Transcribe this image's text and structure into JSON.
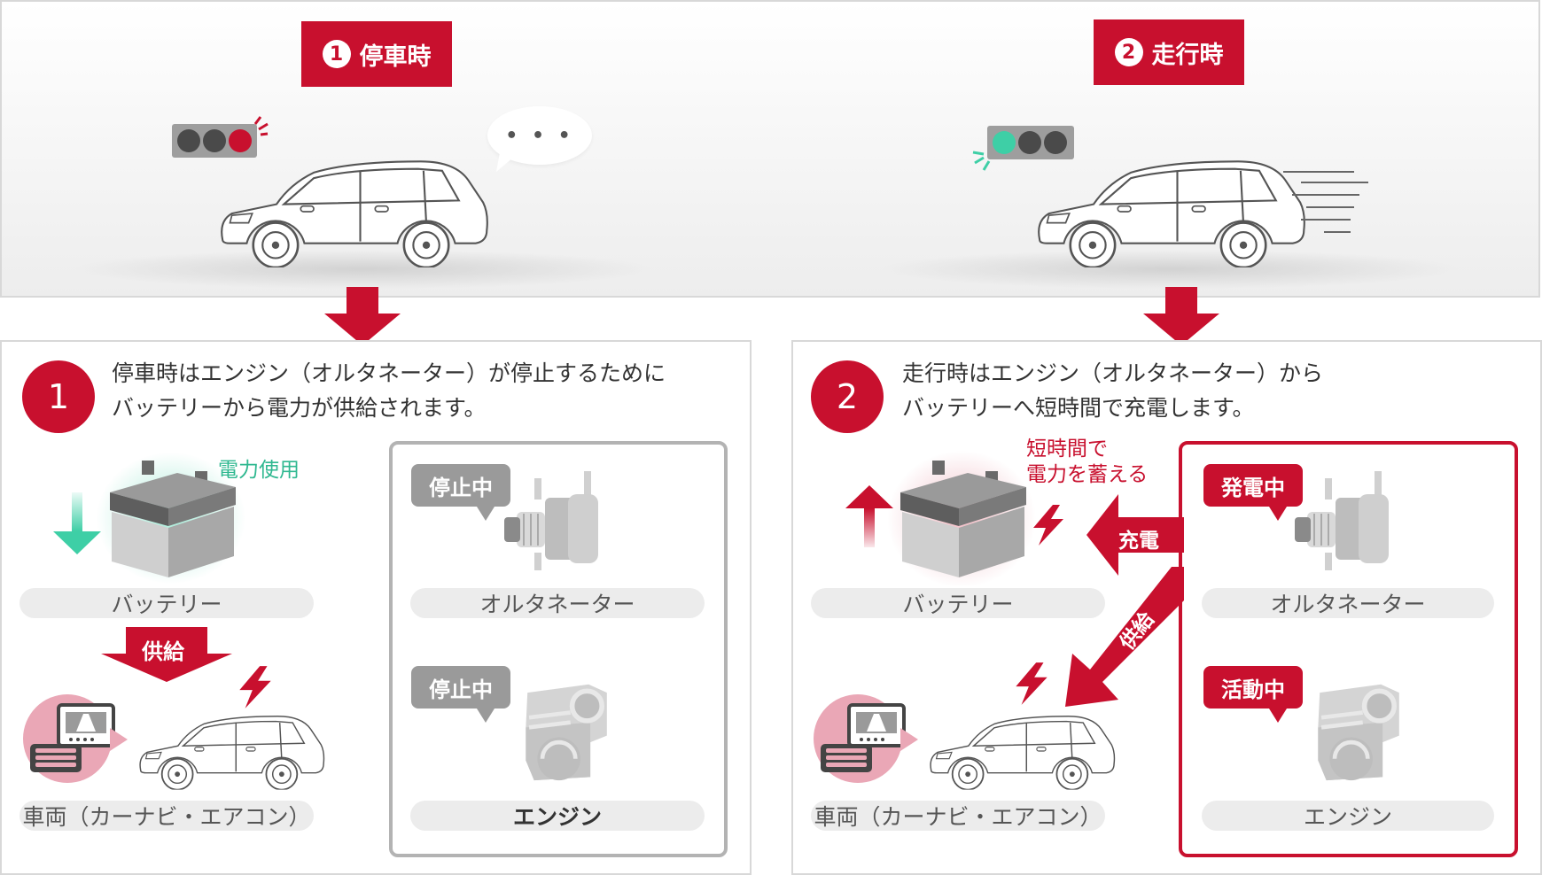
{
  "top": {
    "stop_tag": {
      "number": "1",
      "label": "停車時"
    },
    "drive_tag": {
      "number": "2",
      "label": "走行時"
    },
    "thought_bubble": "• • •"
  },
  "stop_section": {
    "number": "1",
    "description": [
      "停車時はエンジン（オルタネーター）が停止するために",
      "バッテリーから電力が供給されます。"
    ],
    "battery_note": "電力使用",
    "battery_label": "バッテリー",
    "supply_arrow_label": "供給",
    "vehicle_label": "車両（カーナビ・エアコン）",
    "alternator_status": "停止中",
    "alternator_label": "オルタネーター",
    "engine_status": "停止中",
    "engine_label": "エンジン"
  },
  "drive_section": {
    "number": "2",
    "description": [
      "走行時はエンジン（オルタネーター）から",
      "バッテリーへ短時間で充電します。"
    ],
    "battery_note": [
      "短時間で",
      "電力を蓄える"
    ],
    "charge_arrow_label": "充電",
    "supply_arrow_label": "供給",
    "battery_label": "バッテリー",
    "vehicle_label": "車両（カーナビ・エアコン）",
    "alternator_status": "発電中",
    "alternator_label": "オルタネーター",
    "engine_status": "活動中",
    "engine_label": "エンジン"
  },
  "colors": {
    "accent_red": "#c8102e",
    "signal_green": "#3ecfa6",
    "panel_border": "#d8d8d8",
    "pill_bg": "#ececec"
  }
}
